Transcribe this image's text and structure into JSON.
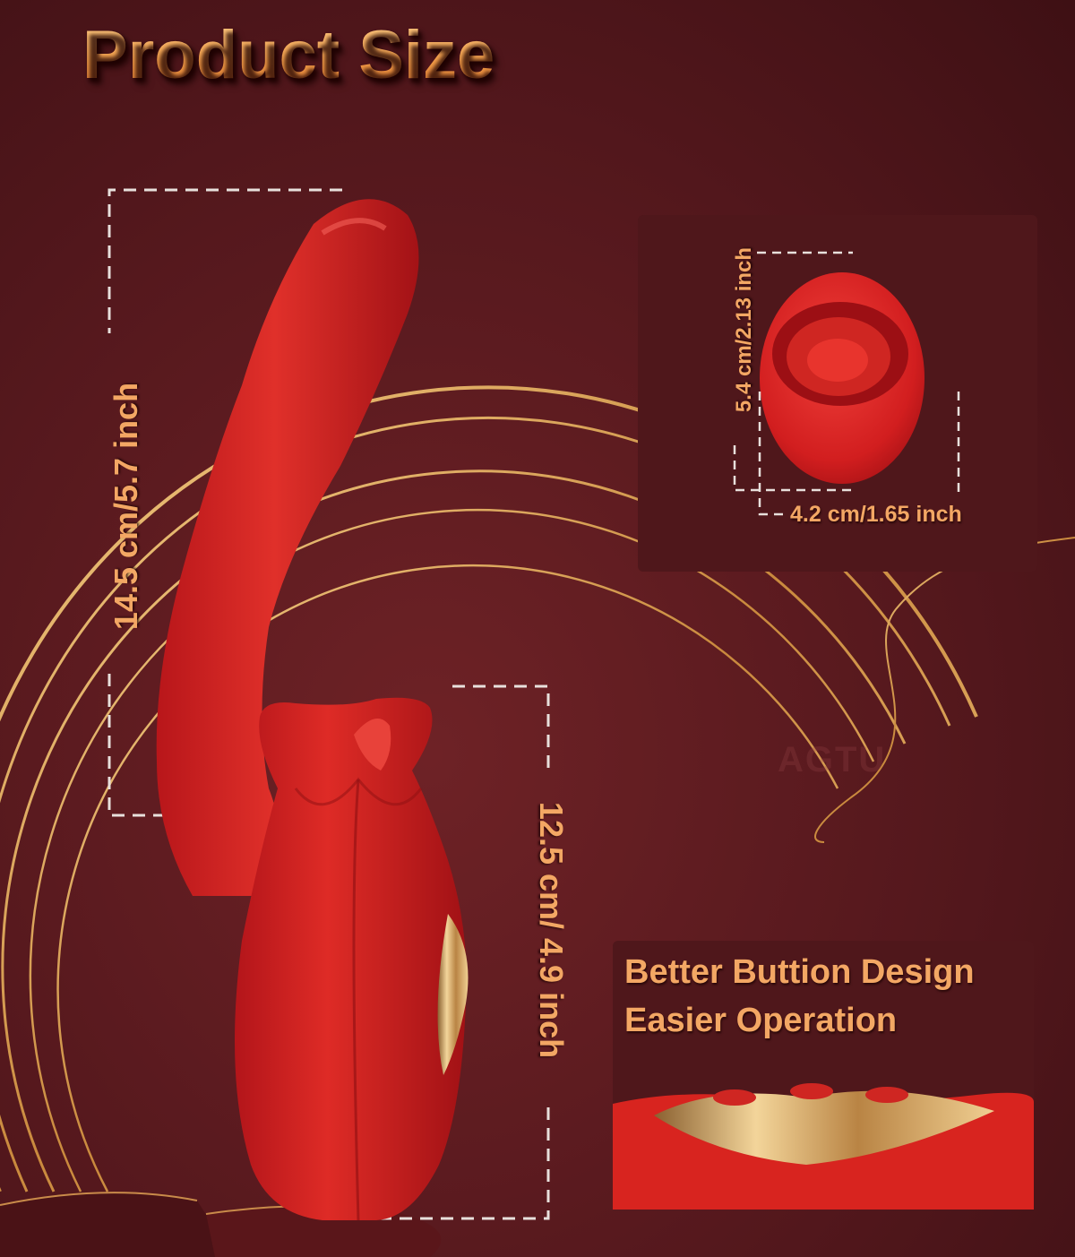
{
  "title": "Product Size",
  "dimensions": {
    "main_length": "14.5 cm/5.7 inch",
    "body_length": "12.5 cm/ 4.9 inch",
    "head_height": "5.4 cm/2.13 inch",
    "head_width": "4.2 cm/1.65 inch"
  },
  "feature": {
    "line1": "Better Buttion Design",
    "line2": "Easier Operation"
  },
  "watermark": "AGTU",
  "colors": {
    "background": "#55181d",
    "accent_text": "#f3a764",
    "product_red": "#d8241f",
    "gold": "#d9a55c"
  }
}
